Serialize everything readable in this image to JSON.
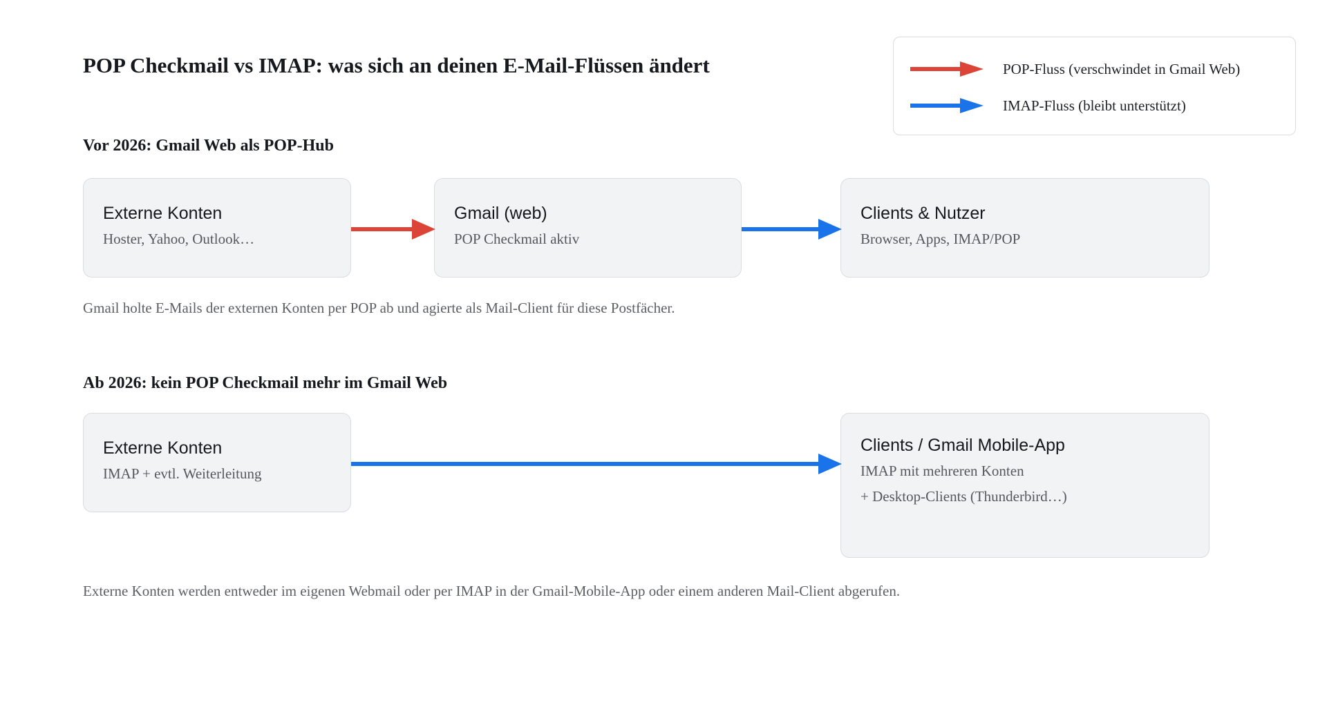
{
  "colors": {
    "pop_flow": "#DB4437",
    "imap_flow": "#1A73E8",
    "box_fill": "#F1F3F4",
    "box_border": "#DADCE0",
    "text_primary": "#16181B",
    "text_secondary": "#55585C",
    "background": "#FFFFFF"
  },
  "title": "POP Checkmail vs IMAP: was sich an deinen E-Mail-Flüssen ändert",
  "legend": {
    "items": [
      {
        "icon": "red-arrow-icon",
        "color": "#DB4437",
        "label": "POP-Fluss (verschwindet in Gmail Web)"
      },
      {
        "icon": "blue-arrow-icon",
        "color": "#1A73E8",
        "label": "IMAP-Fluss (bleibt unterstützt)"
      }
    ]
  },
  "sections": [
    {
      "heading": "Vor 2026: Gmail Web als POP-Hub",
      "nodes": [
        {
          "title": "Externe Konten",
          "subtitle": "Hoster, Yahoo, Outlook…"
        },
        {
          "title": "Gmail (web)",
          "subtitle": "POP Checkmail aktiv"
        },
        {
          "title": "Clients & Nutzer",
          "subtitle": "Browser, Apps, IMAP/POP"
        }
      ],
      "edges": [
        {
          "from": "Externe Konten",
          "to": "Gmail (web)",
          "type": "POP-Fluss",
          "color": "#DB4437"
        },
        {
          "from": "Gmail (web)",
          "to": "Clients & Nutzer",
          "type": "IMAP-Fluss",
          "color": "#1A73E8"
        }
      ],
      "caption": "Gmail holte E-Mails der externen Konten per POP ab und agierte als Mail-Client für diese Postfächer."
    },
    {
      "heading": "Ab 2026: kein POP Checkmail mehr im Gmail Web",
      "nodes": [
        {
          "title": "Externe Konten",
          "subtitle": "IMAP + evtl. Weiterleitung"
        },
        {
          "title": "Clients / Gmail Mobile-App",
          "subtitle_line1": "IMAP mit mehreren Konten",
          "subtitle_line2": "+ Desktop-Clients (Thunderbird…)"
        }
      ],
      "edges": [
        {
          "from": "Externe Konten",
          "to": "Clients / Gmail Mobile-App",
          "type": "IMAP-Fluss",
          "color": "#1A73E8"
        }
      ],
      "caption": "Externe Konten werden entweder im eigenen Webmail oder per IMAP in der Gmail-Mobile-App oder einem anderen Mail-Client abgerufen."
    }
  ]
}
